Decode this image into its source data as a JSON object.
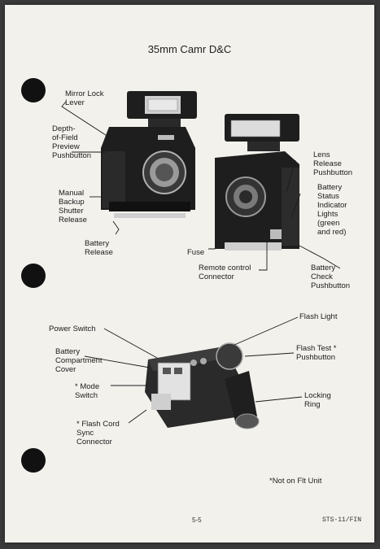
{
  "page": {
    "title": "35mm Camr D&C",
    "page_number": "5-5",
    "doc_code": "STS-11/FIN",
    "footnote": "*Not on Flt Unit"
  },
  "camera_labels": {
    "mirror_lock": [
      "Mirror Lock",
      "Lever"
    ],
    "dof_preview": [
      "Depth-",
      "of-Field",
      "Preview",
      "Pushbutton"
    ],
    "manual_backup": [
      "Manual",
      "Backup",
      "Shutter",
      "Release"
    ],
    "battery_release": [
      "Battery",
      "Release"
    ],
    "lens_release": [
      "Lens",
      "Release",
      "Pushbutton"
    ],
    "battery_status": [
      "Battery",
      "Status",
      "Indicator",
      "Lights",
      "(green",
      "and  red)"
    ],
    "fuse": [
      "Fuse"
    ],
    "remote_control": [
      "Remote control",
      "Connector"
    ],
    "battery_check": [
      "Battery",
      "Check",
      "Pushbutton"
    ]
  },
  "flash_labels": {
    "power_switch": [
      "Power Switch"
    ],
    "battery_compartment": [
      "Battery",
      "Compartment",
      "Cover"
    ],
    "mode_switch": [
      "* Mode",
      "Switch"
    ],
    "flash_cord": [
      "* Flash Cord",
      "Sync",
      "Connector"
    ],
    "flash_light": [
      "Flash Light"
    ],
    "flash_test": [
      "Flash Test *",
      "Pushbutton"
    ],
    "locking_ring": [
      "Locking",
      "Ring"
    ]
  },
  "colors": {
    "paper": "#f3f1ec",
    "ink": "#1c1c1c",
    "camera_body": "#1e1e1e"
  }
}
